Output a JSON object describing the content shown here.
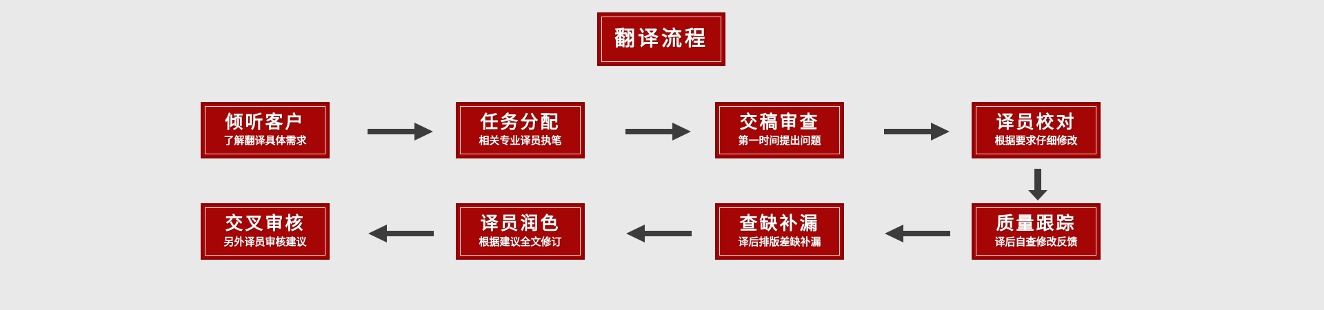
{
  "diagram": {
    "title": "翻译流程",
    "background_color": "#e9e9e9",
    "box_fill_color": "#a50505",
    "box_border_color": "#8f0000",
    "arrow_color": "#3c3c3c",
    "text_color": "#ffffff",
    "steps": [
      {
        "index": "1",
        "title": "倾听客户",
        "subtitle": "了解翻译具体需求"
      },
      {
        "index": "2",
        "title": "任务分配",
        "subtitle": "相关专业译员执笔"
      },
      {
        "index": "3",
        "title": "交稿审查",
        "subtitle": "第一时间提出问题"
      },
      {
        "index": "4",
        "title": "译员校对",
        "subtitle": "根据要求仔细修改"
      },
      {
        "index": "5",
        "title": "质量跟踪",
        "subtitle": "译后自查修改反馈"
      },
      {
        "index": "6",
        "title": "查缺补漏",
        "subtitle": "译后排版差缺补漏"
      },
      {
        "index": "7",
        "title": "译员润色",
        "subtitle": "根据建议全文修订"
      },
      {
        "index": "8",
        "title": "交叉审核",
        "subtitle": "另外译员审核建议"
      }
    ],
    "connectors": [
      {
        "name": "arrow-step1-to-step2",
        "direction": "right"
      },
      {
        "name": "arrow-step2-to-step3",
        "direction": "right"
      },
      {
        "name": "arrow-step3-to-step4",
        "direction": "right"
      },
      {
        "name": "arrow-step4-to-step5",
        "direction": "down"
      },
      {
        "name": "arrow-step5-to-step6",
        "direction": "left"
      },
      {
        "name": "arrow-step6-to-step7",
        "direction": "left"
      },
      {
        "name": "arrow-step7-to-step8",
        "direction": "left"
      }
    ]
  }
}
